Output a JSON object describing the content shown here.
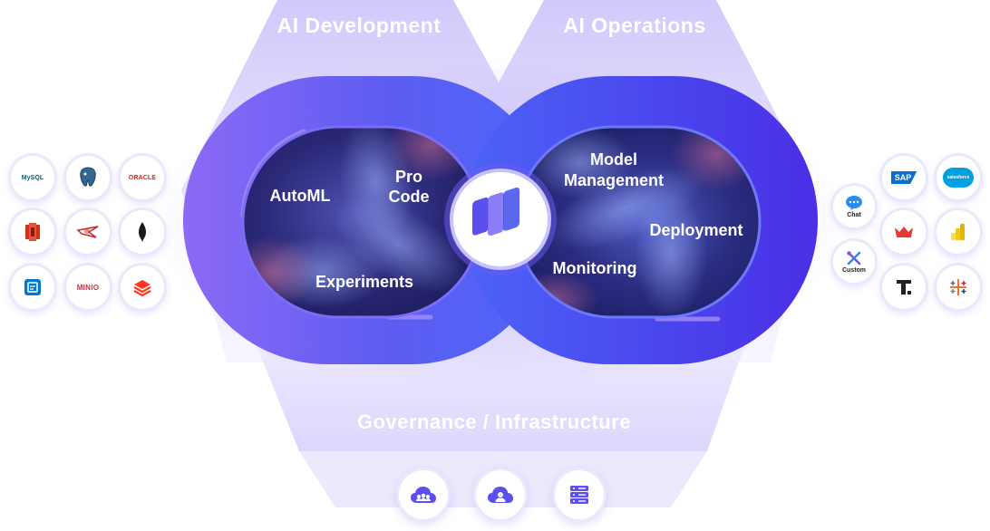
{
  "headers": {
    "development": "AI Development",
    "operations": "AI Operations",
    "governance": "Governance / Infrastructure"
  },
  "left_loop": {
    "automl": "AutoML",
    "pro_code_line1": "Pro",
    "pro_code_line2": "Code",
    "experiments": "Experiments"
  },
  "right_loop": {
    "model_mgmt_line1": "Model",
    "model_mgmt_line2": "Management",
    "deployment": "Deployment",
    "monitoring": "Monitoring"
  },
  "data_sources": [
    {
      "icon": "mysql-logo-icon",
      "text": "MySQL"
    },
    {
      "icon": "postgresql-logo-icon",
      "text": ""
    },
    {
      "icon": "oracle-logo-icon",
      "text": "ORACLE"
    },
    {
      "icon": "aws-s3-logo-icon",
      "text": ""
    },
    {
      "icon": "cassandra-logo-icon",
      "text": ""
    },
    {
      "icon": "mongodb-logo-icon",
      "text": ""
    },
    {
      "icon": "azure-storage-logo-icon",
      "text": ""
    },
    {
      "icon": "minio-logo-icon",
      "text": "MINIO"
    },
    {
      "icon": "databricks-logo-icon",
      "text": ""
    }
  ],
  "integrations": {
    "chat_label": "Chat",
    "custom_label": "Custom",
    "sap_text": "SAP",
    "salesforce_text": "salesforce",
    "tiles": [
      "sap-logo-icon",
      "salesforce-logo-icon",
      "crown-logo-icon",
      "powerbi-logo-icon",
      "t-logo-icon",
      "tableau-logo-icon"
    ]
  },
  "bottom_icons": [
    "cloud-users-icon",
    "cloud-user-icon",
    "server-stack-icon"
  ],
  "colors": {
    "ring_left": "#6b4ff0",
    "ring_right": "#4a37ea",
    "accent_blue": "#4f6cff",
    "band": "#cdc4f9"
  }
}
